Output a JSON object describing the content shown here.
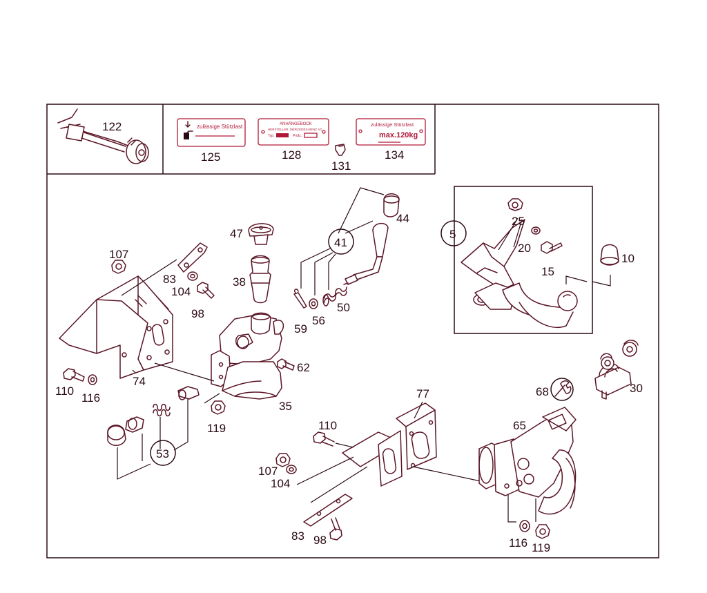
{
  "callouts": {
    "c122": "122",
    "c125": "125",
    "c128": "128",
    "c131": "131",
    "c134": "134",
    "c44": "44",
    "c41": "41",
    "c47": "47",
    "c38": "38",
    "c59": "59",
    "c56": "56",
    "c50": "50",
    "c62": "62",
    "c35": "35",
    "c119a": "119",
    "c107a": "107",
    "c83a": "83",
    "c104a": "104",
    "c98a": "98",
    "c74": "74",
    "c110a": "110",
    "c116a": "116",
    "c53": "53",
    "c5": "5",
    "c25": "25",
    "c20": "20",
    "c15": "15",
    "c10": "10",
    "c77": "77",
    "c110b": "110",
    "c107b": "107",
    "c104b": "104",
    "c83b": "83",
    "c98b": "98",
    "c68": "68",
    "c65": "65",
    "c30": "30",
    "c116b": "116",
    "c119b": "119"
  },
  "plates": {
    "p125": {
      "text": "zulässige Stützlast"
    },
    "p128": {
      "title": "ANHÄNGEBOCK",
      "line1": "HERSTELLER: MERCEDES-BENZ AG",
      "typ": "Typ:",
      "pruefz": "Prüfz.:"
    },
    "p134": {
      "text": "zulässige Stützlast",
      "value": "max.120kg"
    }
  },
  "colors": {
    "line": "#5a1526",
    "plate": "#b01838",
    "frame": "#2a0a12"
  }
}
